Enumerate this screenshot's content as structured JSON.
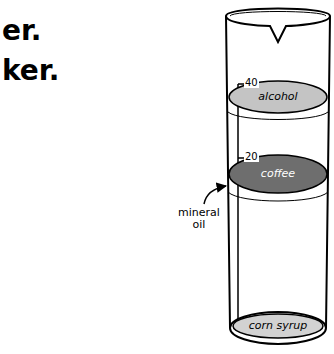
{
  "diagram": {
    "nodes": [
      {
        "text": [
          "alcohol"
        ]
      },
      {
        "text": [
          "coffee"
        ]
      },
      {
        "text": [
          "corn syrup"
        ]
      }
    ],
    "labels": [
      "er.",
      "ker.",
      "40",
      "20",
      "mineral oil"
    ]
  }
}
